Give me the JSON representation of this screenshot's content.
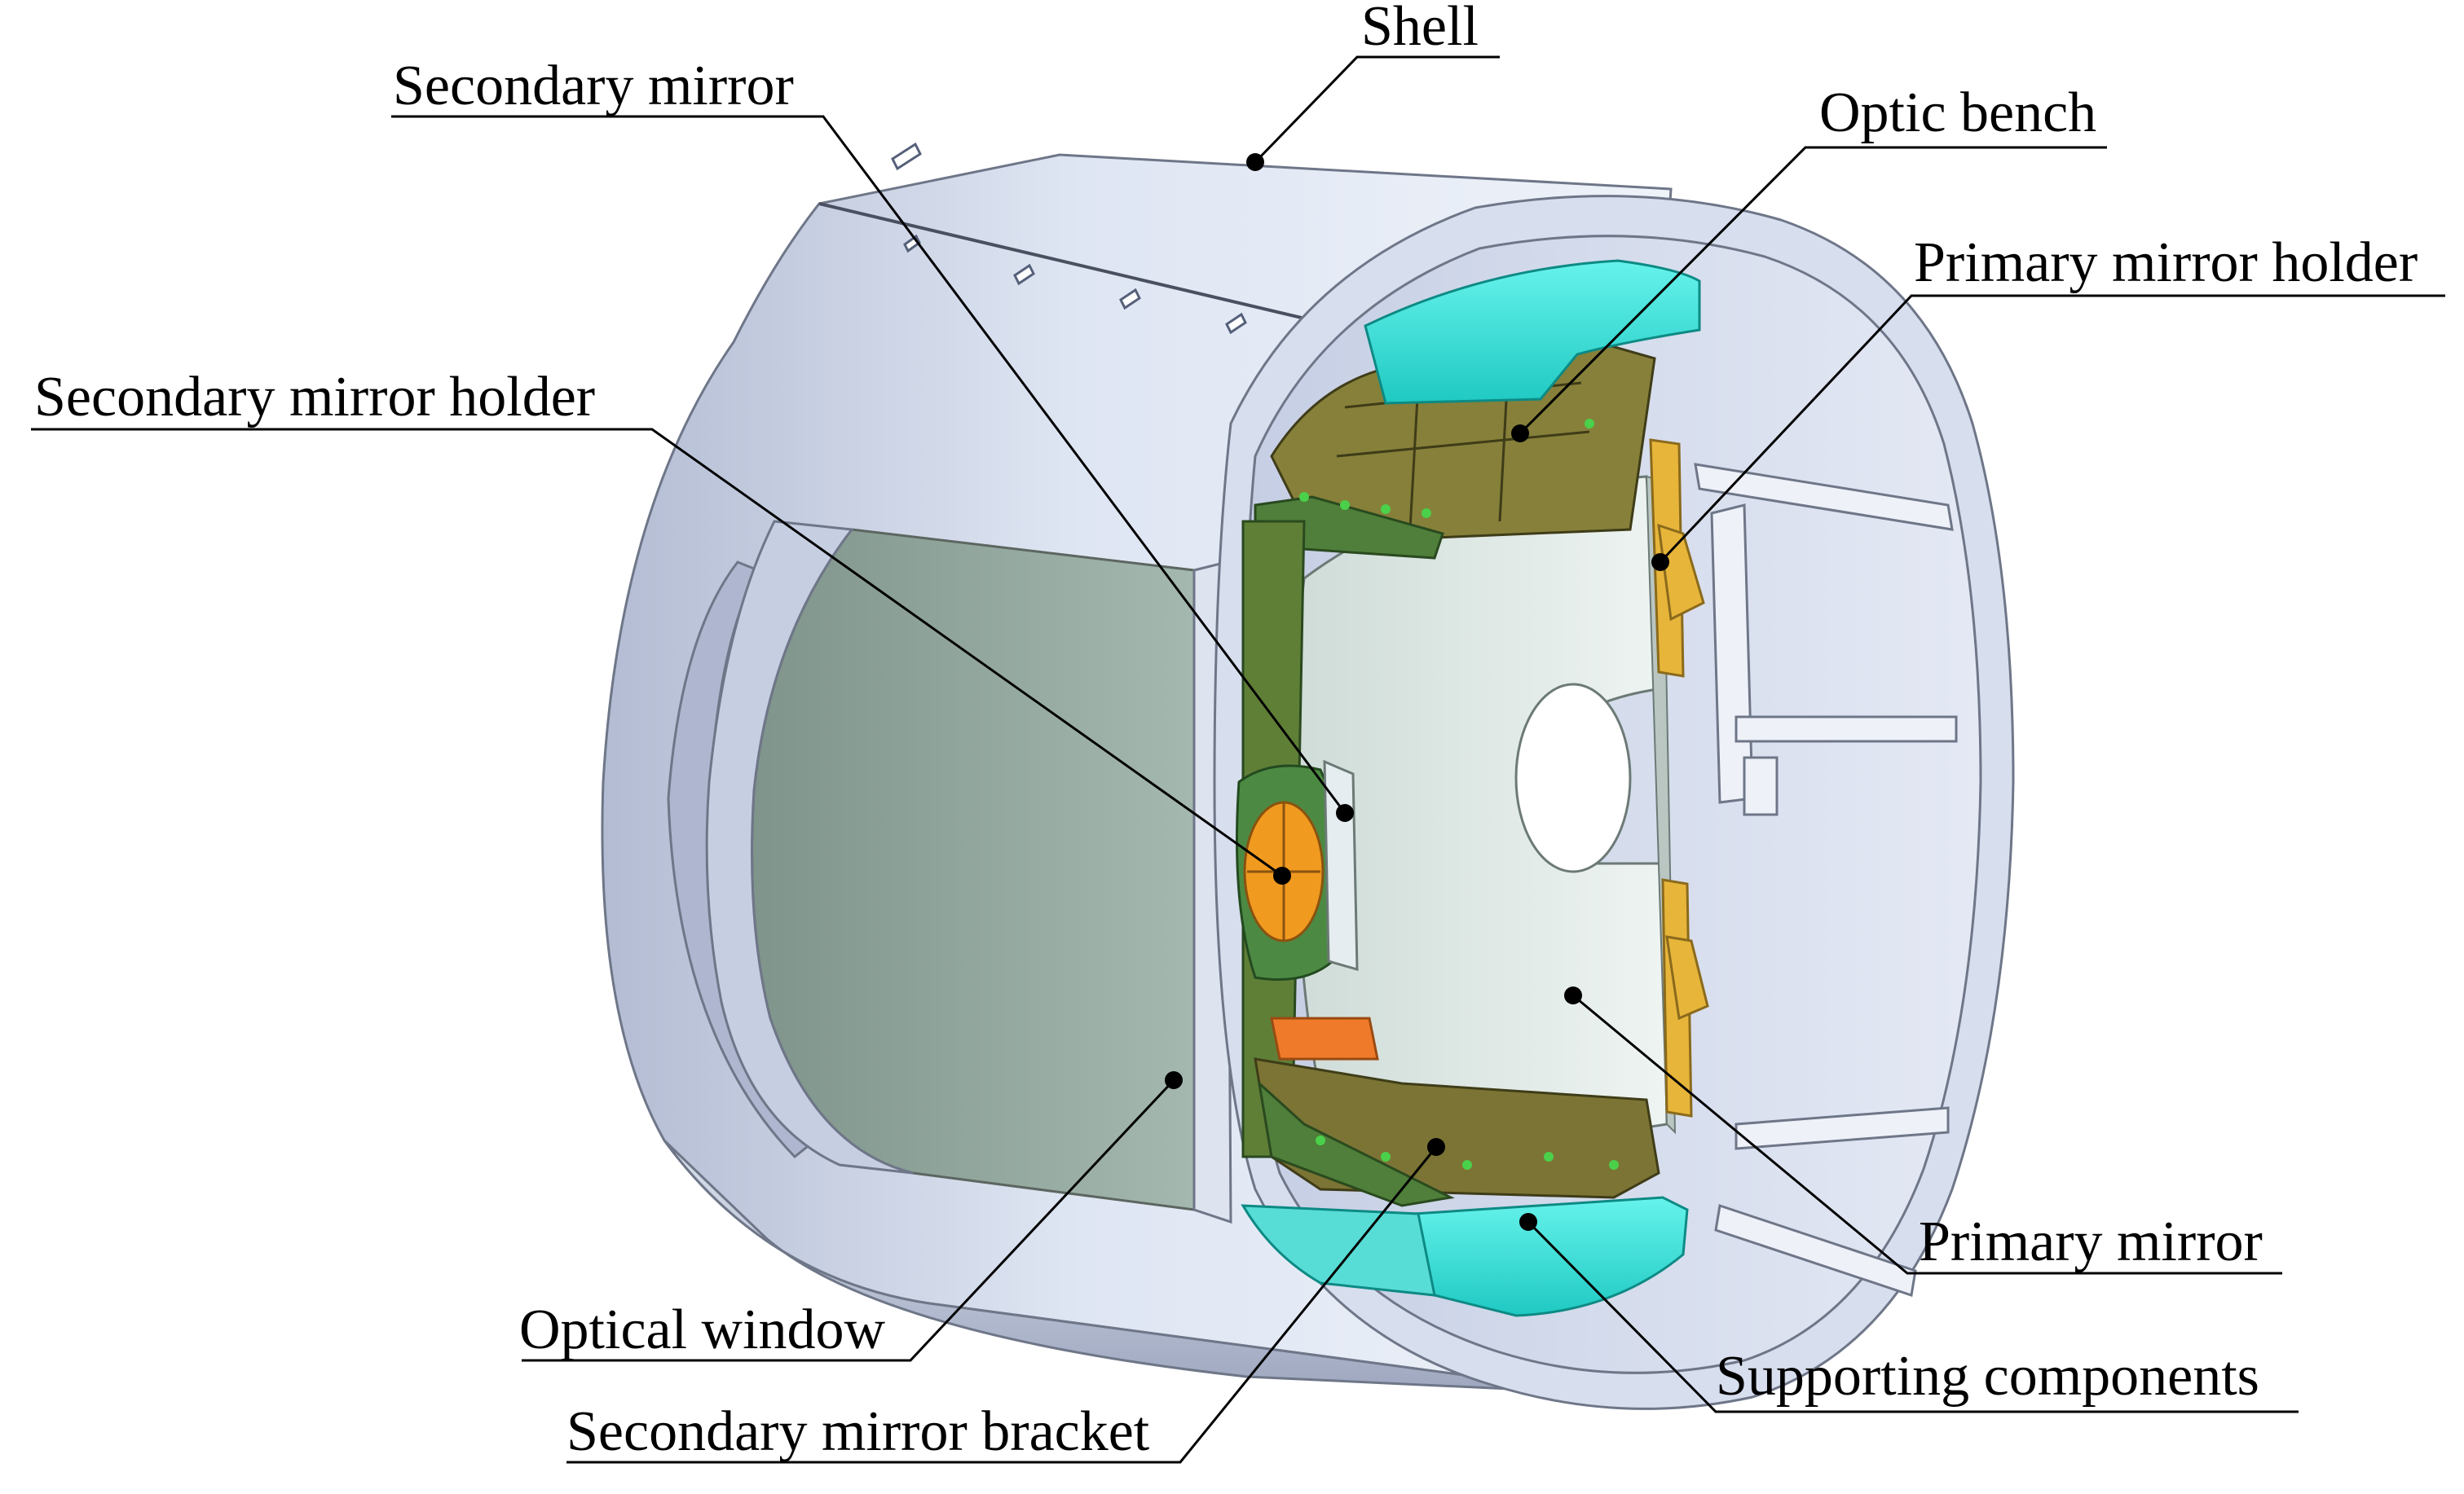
{
  "colors": {
    "background": "#ffffff",
    "shell_light": "#dfe6f3",
    "shell_mid": "#c9d2e6",
    "shell_dark": "#b4bdd4",
    "shell_edge": "#6e7688",
    "window_face": "#97aba2",
    "mirror_face": "#e3ece9",
    "mirror_dark": "#b9c6c2",
    "bench_olive": "#7f7a36",
    "bench_green": "#4f7f3a",
    "support_cyan": "#35e8e0",
    "holder_yellow": "#e7b53a",
    "secondary_orange": "#f09a1f",
    "leader": "#000000"
  },
  "labels": {
    "shell": "Shell",
    "secondary_mirror": "Secondary mirror",
    "optic_bench": "Optic bench",
    "primary_mirror_holder": "Primary mirror holder",
    "secondary_mirror_holder": "Secondary mirror holder",
    "primary_mirror": "Primary mirror",
    "optical_window": "Optical window",
    "supporting_components": "Supporting components",
    "secondary_mirror_bracket": "Secondary mirror bracket"
  }
}
